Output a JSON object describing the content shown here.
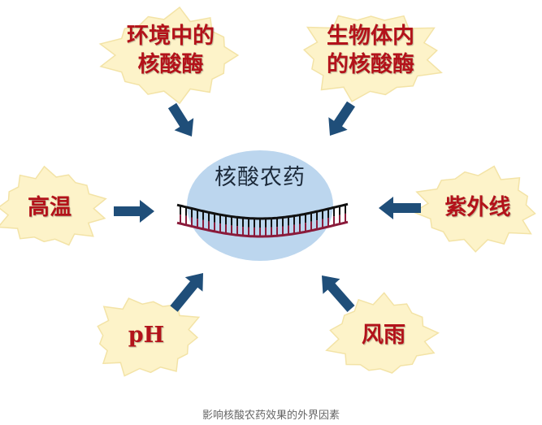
{
  "colors": {
    "burst_fill": "#fdf3c9",
    "burst_stroke": "#f3e3a6",
    "label_text": "#b3121a",
    "arrow": "#1f4e79",
    "ellipse": "#bcd6ee",
    "strand_top": "#111111",
    "strand_bottom": "#8a1a3a",
    "caption_text": "#666666"
  },
  "center": {
    "title": "核酸农药",
    "icon": "dna-strand-icon"
  },
  "factors": [
    {
      "id": "env-nuclease",
      "lines": [
        "环境中的",
        "核酸酶"
      ]
    },
    {
      "id": "bio-nuclease",
      "lines": [
        "生物体内",
        "的核酸酶"
      ]
    },
    {
      "id": "high-temp",
      "lines": [
        "高温"
      ]
    },
    {
      "id": "uv",
      "lines": [
        "紫外线"
      ]
    },
    {
      "id": "ph",
      "lines": [
        "pH"
      ]
    },
    {
      "id": "wind-rain",
      "lines": [
        "风雨"
      ]
    }
  ],
  "caption": "影响核酸农药效果的外界因素"
}
